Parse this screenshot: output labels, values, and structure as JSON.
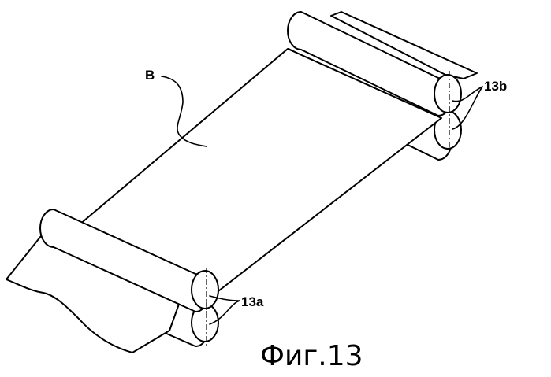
{
  "figure": {
    "caption": "Фиг.13",
    "labels": {
      "web": "B",
      "roller_pair_a": "13a",
      "roller_pair_b": "13b"
    }
  }
}
